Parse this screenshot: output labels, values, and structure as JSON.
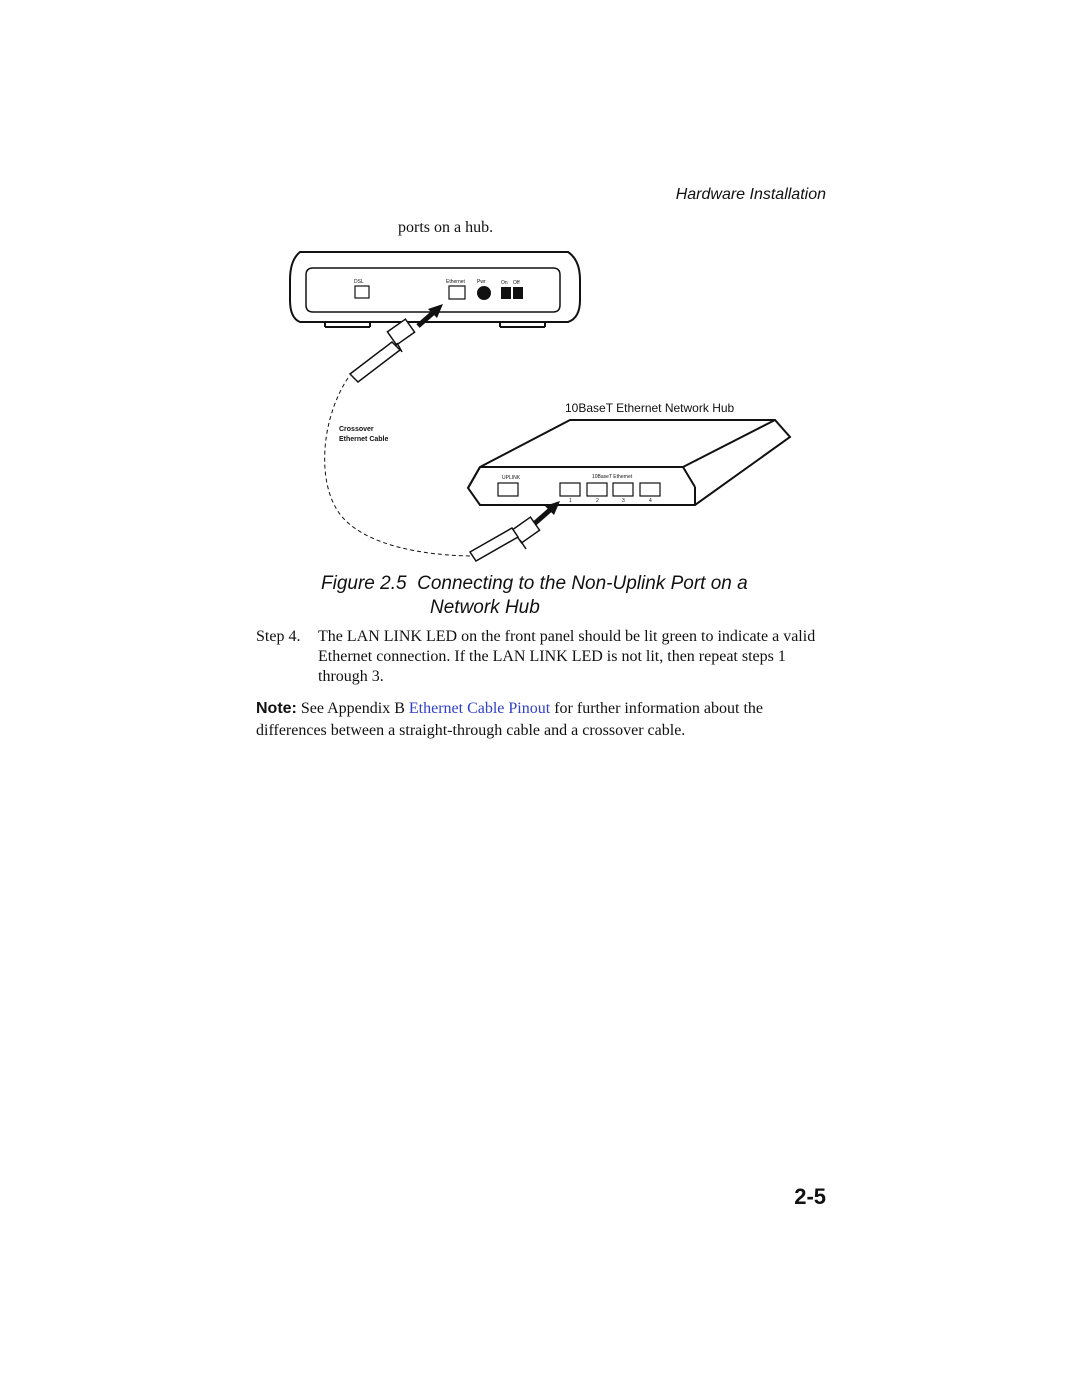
{
  "header": {
    "title": "Hardware Installation"
  },
  "intro_text": "ports on a hub.",
  "figure": {
    "modem_labels": {
      "dsl": "DSL",
      "ethernet": "Ethernet",
      "pwr": "Pwr",
      "on": "On",
      "off": "Off"
    },
    "cable_label_1": "Crossover",
    "cable_label_2": "Ethernet Cable",
    "hub_title": "10BaseT Ethernet Network Hub",
    "hub_uplink": "UPLINK",
    "hub_ports_label": "10BaseT Ethernet",
    "hub_port_numbers": [
      "1",
      "2",
      "3",
      "4"
    ]
  },
  "caption": {
    "prefix": "Figure 2.5",
    "line1": "Connecting to the Non-Uplink Port on a",
    "line2": "Network Hub"
  },
  "step": {
    "number": "Step 4.",
    "text": "The LAN LINK LED on the front panel should be lit green to indicate a valid Ethernet connection. If the LAN LINK LED is not lit, then repeat steps 1 through 3."
  },
  "note": {
    "label": "Note:",
    "text_before": "See Appendix B",
    "link": "Ethernet Cable Pinout",
    "text_after": "for further information about the differences between a straight-through cable and a crossover cable."
  },
  "page_number": "2-5"
}
